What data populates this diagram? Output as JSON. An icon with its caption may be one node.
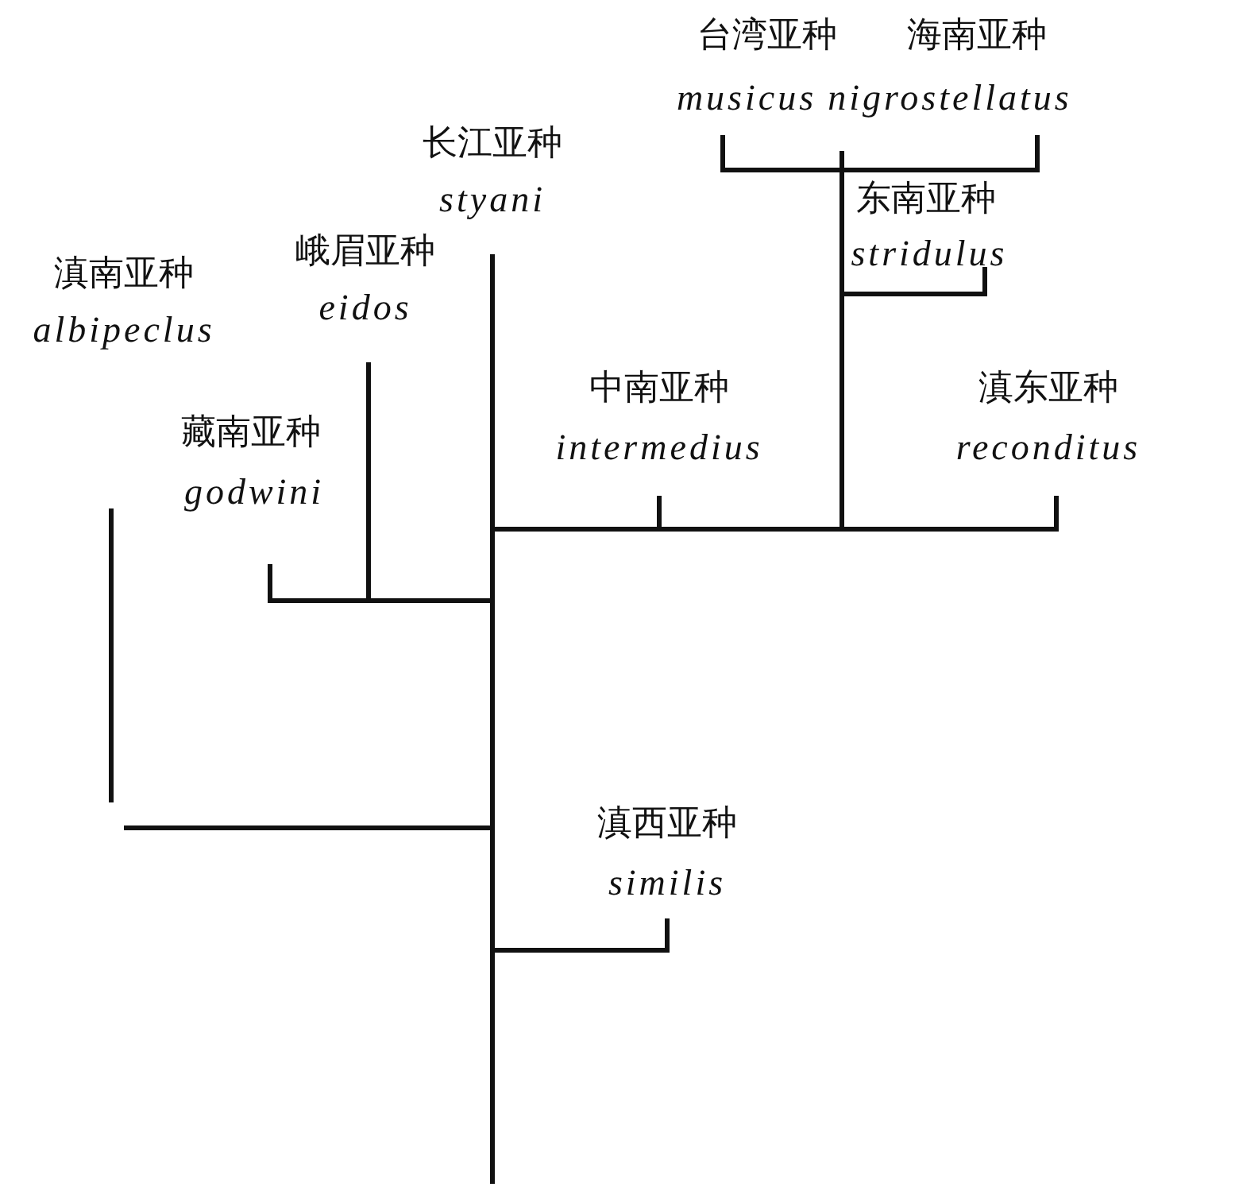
{
  "diagram": {
    "labels": [
      "台湾亚种",
      "musicus",
      "海南亚种",
      "nigrostellatus",
      "长江亚种",
      "styani",
      "东南亚种",
      "stridulus",
      "峨眉亚种",
      "eidos",
      "滇南亚种",
      "albipeclus",
      "中南亚种",
      "intermedius",
      "滇东亚种",
      "reconditus",
      "藏南亚种",
      "godwini",
      "滇西亚种",
      "similis"
    ]
  }
}
